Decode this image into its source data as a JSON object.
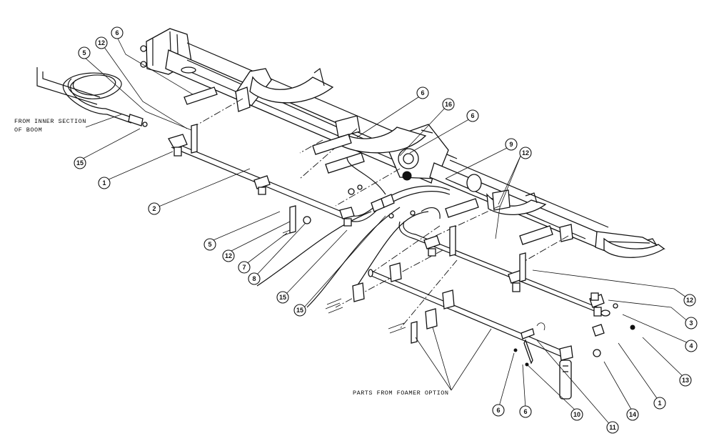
{
  "notes": {
    "inner_section_line1": "FROM INNER SECTION",
    "inner_section_line2": "OF BOOM",
    "foamer_parts": "PARTS FROM FOAMER OPTION"
  },
  "callouts": [
    "6",
    "12",
    "5",
    "15",
    "1",
    "2",
    "5",
    "12",
    "7",
    "8",
    "15",
    "15",
    "6",
    "16",
    "6",
    "9",
    "12",
    "12",
    "3",
    "4",
    "13",
    "1",
    "14",
    "11",
    "10",
    "6",
    "6"
  ]
}
